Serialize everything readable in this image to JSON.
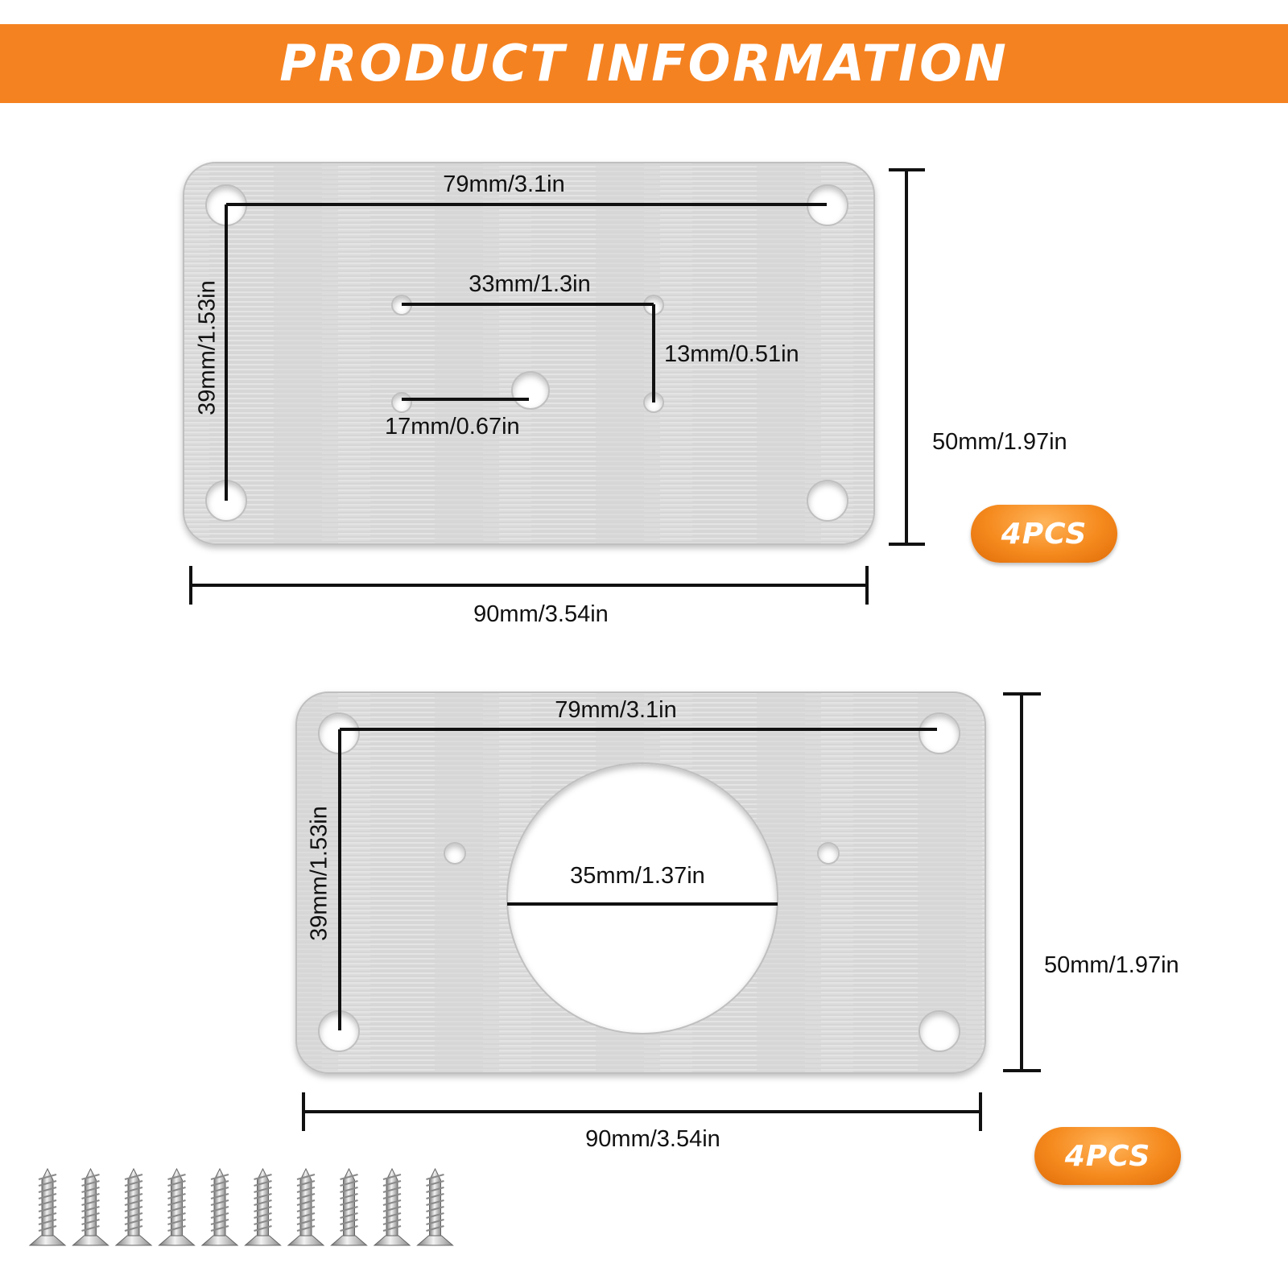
{
  "banner": {
    "title": "PRODUCT INFORMATION"
  },
  "colors": {
    "accent": "#f58220",
    "plate": "#d9d9d9",
    "line": "#111111"
  },
  "plate_a": {
    "top_span": "79mm/3.1in",
    "side_span": "39mm/1.53in",
    "inner_span": "33mm/1.3in",
    "inner_drop": "13mm/0.51in",
    "lower_span": "17mm/0.67in",
    "height": "50mm/1.97in",
    "width": "90mm/3.54in",
    "quantity": "4PCS"
  },
  "plate_b": {
    "top_span": "79mm/3.1in",
    "side_span": "39mm/1.53in",
    "center_hole": "35mm/1.37in",
    "height": "50mm/1.97in",
    "width": "90mm/3.54in",
    "quantity": "4PCS"
  },
  "screws": {
    "count": 10,
    "icon": "screw-icon"
  }
}
